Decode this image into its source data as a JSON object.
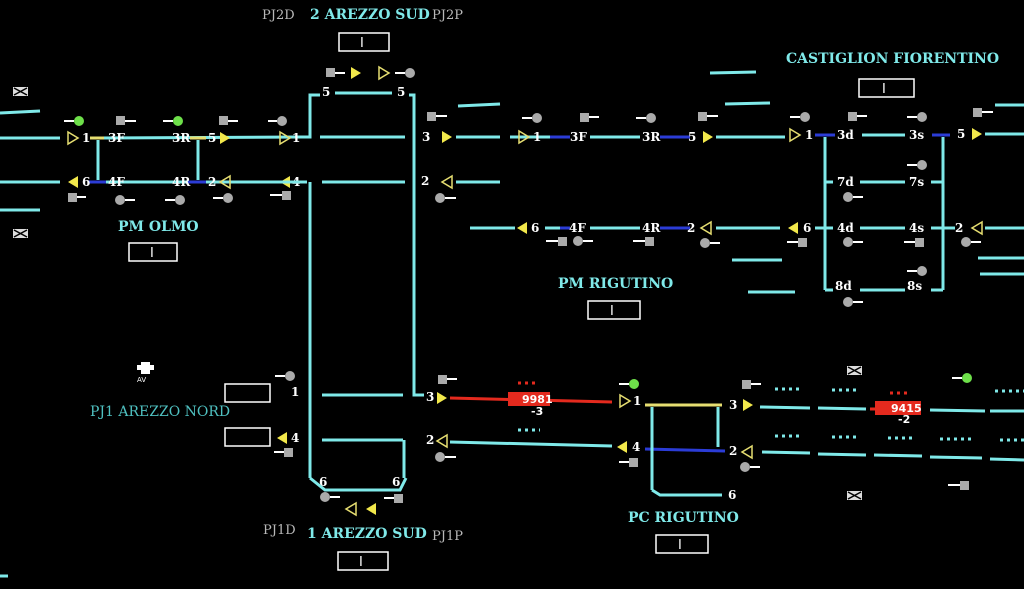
{
  "stations": {
    "arezzo_sud_top": {
      "name": "2 AREZZO SUD",
      "pj_left": "PJ2D",
      "pj_right": "PJ2P",
      "mode": "I"
    },
    "arezzo_sud_bottom": {
      "name": "1 AREZZO SUD",
      "pj_left": "PJ1D",
      "pj_right": "PJ1P",
      "mode": "I"
    },
    "pm_olmo": {
      "name": "PM OLMO",
      "mode": "I"
    },
    "castiglion": {
      "name": "CASTIGLION FIORENTINO",
      "mode": "I"
    },
    "pm_rigutino": {
      "name": "PM RIGUTINO",
      "mode": "I"
    },
    "pc_rigutino": {
      "name": "PC RIGUTINO",
      "mode": "I"
    },
    "pj1_arezzo_nord": {
      "name": "PJ1 AREZZO NORD"
    }
  },
  "av_label": "AV",
  "labels": {
    "olmo_1": "1",
    "olmo_3f": "3F",
    "olmo_3r": "3R",
    "olmo_5": "5",
    "olmo_r1": "1",
    "olmo_6": "6",
    "olmo_4f": "4F",
    "olmo_4r": "4R",
    "olmo_2": "2",
    "olmo_r4": "4",
    "sud_t5a": "5",
    "sud_t5b": "5",
    "sud_3": "3",
    "sud_2": "2",
    "sud_3b": "3",
    "sud_2b": "2",
    "sud_6a": "6",
    "sud_6b": "6",
    "nord_1": "1",
    "nord_4": "4",
    "rig_1": "1",
    "rig_3f": "3F",
    "rig_3r": "3R",
    "rig_5": "5",
    "rig_6": "6",
    "rig_4f": "4F",
    "rig_4r": "4R",
    "rig_2": "2",
    "cas_1": "1",
    "cas_3d": "3d",
    "cas_3s": "3s",
    "cas_5": "5",
    "cas_7d": "7d",
    "cas_7s": "7s",
    "cas_6": "6",
    "cas_4d": "4d",
    "cas_4s": "4s",
    "cas_2": "2",
    "cas_8d": "8d",
    "cas_8s": "8s",
    "pc_1": "1",
    "pc_3": "3",
    "pc_4": "4",
    "pc_2": "2",
    "pc_6": "6"
  },
  "trains": [
    {
      "number": "9981",
      "delay": "-3"
    },
    {
      "number": "9415",
      "delay": "-2"
    }
  ],
  "colors": {
    "track_free": "#7fe9e9",
    "track_occupied": "#e42a1e",
    "track_route": "#2b3cd6",
    "track_set": "#e6de71",
    "signal_yellow": "#f2e84b",
    "signal_green": "#6ee04a",
    "station_label": "#7fe9e9"
  }
}
